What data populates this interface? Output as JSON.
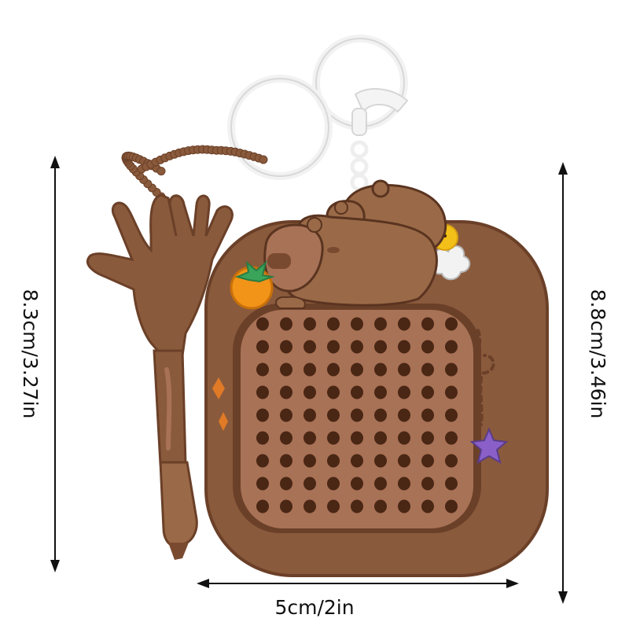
{
  "image": {
    "subject": "capybara-bead-maze-keychain",
    "colors": {
      "background": "#ffffff",
      "body": "#8a5a3c",
      "body_dark": "#6b4028",
      "panel": "#a87256",
      "hole": "#4a2614",
      "capybara": "#9a6a48",
      "ring": "#f2f2f2",
      "carrot": "#f29418",
      "leaf": "#3aa45a",
      "star": "#8a60c8",
      "accent_orange": "#e07a26",
      "arrow": "#111111"
    },
    "grid": {
      "rows": 9,
      "cols": 9
    }
  },
  "dimensions": {
    "height_left": "8.3cm/3.27in",
    "height_right": "8.8cm/3.46in",
    "width_bottom": "5cm/2in"
  }
}
